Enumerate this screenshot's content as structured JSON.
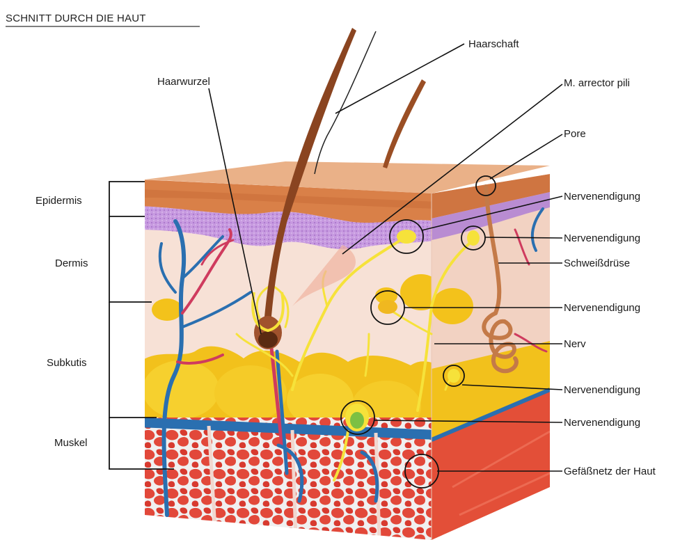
{
  "title": "SCHNITT DURCH DIE HAUT",
  "layers": {
    "epidermis": "Epidermis",
    "dermis": "Dermis",
    "subkutis": "Subkutis",
    "muskel": "Muskel"
  },
  "labels": {
    "haarschaft": "Haarschaft",
    "haarwurzel": "Haarwurzel",
    "arrector": "M. arrector pili",
    "pore": "Pore",
    "nerv1": "Nervenendigung",
    "nerv2": "Nervenendigung",
    "schweiss": "Schweißdrüse",
    "nerv3": "Nervenendigung",
    "nerv": "Nerv",
    "nerv4": "Nervenendigung",
    "nerv5": "Nervenendigung",
    "gefaess": "Gefäßnetz der Haut"
  },
  "colors": {
    "epidermis_top": "#e9a06c",
    "epidermis": "#d9824a",
    "basal": "#b48ad0",
    "dermis": "#f6dccf",
    "fat": "#f3c21b",
    "muscle": "#e8503a",
    "vein": "#2a6fb0",
    "artery": "#cf3b5e",
    "nerve": "#f6e23a",
    "hair": "#8a4420"
  }
}
